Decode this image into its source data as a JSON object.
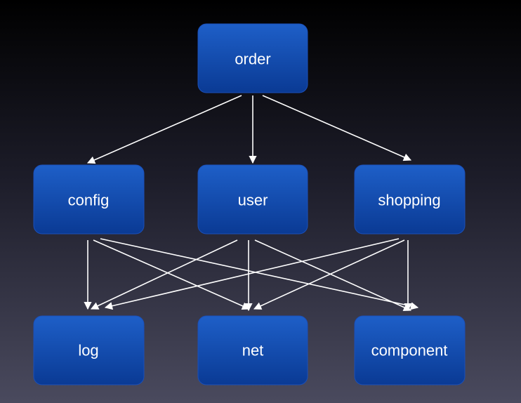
{
  "nodes": {
    "order": {
      "label": "order"
    },
    "config": {
      "label": "config"
    },
    "user": {
      "label": "user"
    },
    "shopping": {
      "label": "shopping"
    },
    "log": {
      "label": "log"
    },
    "net": {
      "label": "net"
    },
    "component": {
      "label": "component"
    }
  },
  "edges": [
    {
      "from": "order",
      "to": "config"
    },
    {
      "from": "order",
      "to": "user"
    },
    {
      "from": "order",
      "to": "shopping"
    },
    {
      "from": "config",
      "to": "log"
    },
    {
      "from": "config",
      "to": "net"
    },
    {
      "from": "config",
      "to": "component"
    },
    {
      "from": "user",
      "to": "log"
    },
    {
      "from": "user",
      "to": "net"
    },
    {
      "from": "user",
      "to": "component"
    },
    {
      "from": "shopping",
      "to": "log"
    },
    {
      "from": "shopping",
      "to": "net"
    },
    {
      "from": "shopping",
      "to": "component"
    }
  ],
  "colors": {
    "node_top": "#1e5fc8",
    "node_bottom": "#0a3a94",
    "edge": "#ffffff",
    "label": "#ffffff"
  }
}
